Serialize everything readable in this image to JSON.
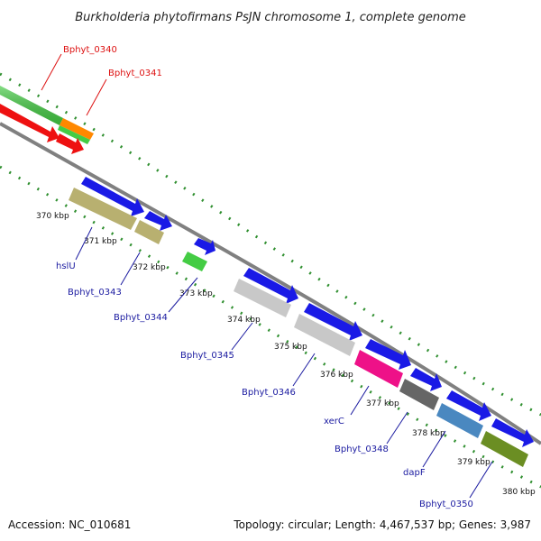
{
  "title": "Burkholderia phytofirmans PsJN chromosome 1, complete genome",
  "accession": "Accession: NC_010681",
  "topology": "Topology: circular; Length: 4,467,537 bp; Genes: 3,987",
  "colors": {
    "backbone": "#808080",
    "tick_green": "#2f8f2f",
    "forward_blue": "#1a1ae6",
    "reverse_red": "#ee1111",
    "green_gene": "#44cc44",
    "orange_gene": "#ff8800",
    "olive_gene": "#b8b070",
    "grey_gene": "#c8c8c8",
    "magenta_gene": "#ee1188",
    "dark_grey_gene": "#666666",
    "steel_blue_gene": "#4a88c0",
    "dark_olive_gene": "#6b8e23",
    "label_blue": "#1a1aa0",
    "label_red": "#dd1111"
  },
  "kbp_labels": [
    "370 kbp",
    "371 kbp",
    "372 kbp",
    "373 kbp",
    "374 kbp",
    "375 kbp",
    "376 kbp",
    "377 kbp",
    "378 kbp",
    "379 kbp",
    "380 kbp"
  ],
  "genes_top": [
    {
      "name": "Bphyt_0340",
      "color": "label_red"
    },
    {
      "name": "Bphyt_0341",
      "color": "label_red"
    }
  ],
  "genes_bottom": [
    {
      "name": "hslU"
    },
    {
      "name": "Bphyt_0343"
    },
    {
      "name": "Bphyt_0344"
    },
    {
      "name": "Bphyt_0345"
    },
    {
      "name": "Bphyt_0346"
    },
    {
      "name": "xerC"
    },
    {
      "name": "Bphyt_0348"
    },
    {
      "name": "dapF"
    },
    {
      "name": "Bphyt_0350"
    }
  ]
}
